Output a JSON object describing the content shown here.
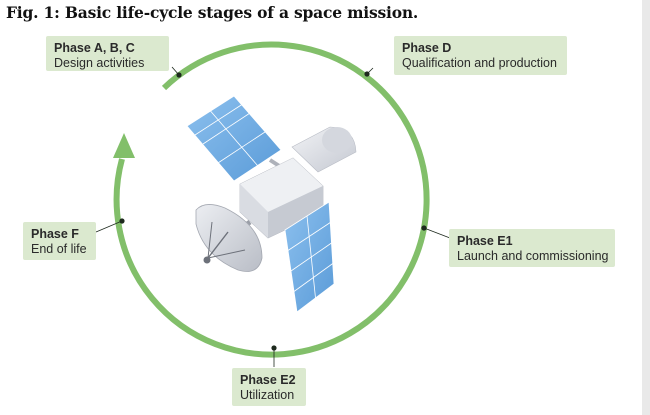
{
  "title": "Fig. 1: Basic life-cycle stages of a space mission.",
  "colors": {
    "cycle": "#82bf6a",
    "label_bg": "#dbe9cf",
    "panel": "#6aa8e0",
    "body": "#d8dbe2"
  },
  "phases": [
    {
      "phase": "Phase A, B, C",
      "desc": "Design activities"
    },
    {
      "phase": "Phase D",
      "desc": "Qualification and production"
    },
    {
      "phase": "Phase E1",
      "desc": "Launch and commissioning"
    },
    {
      "phase": "Phase E2",
      "desc": "Utilization"
    },
    {
      "phase": "Phase F",
      "desc": "End of life"
    }
  ]
}
